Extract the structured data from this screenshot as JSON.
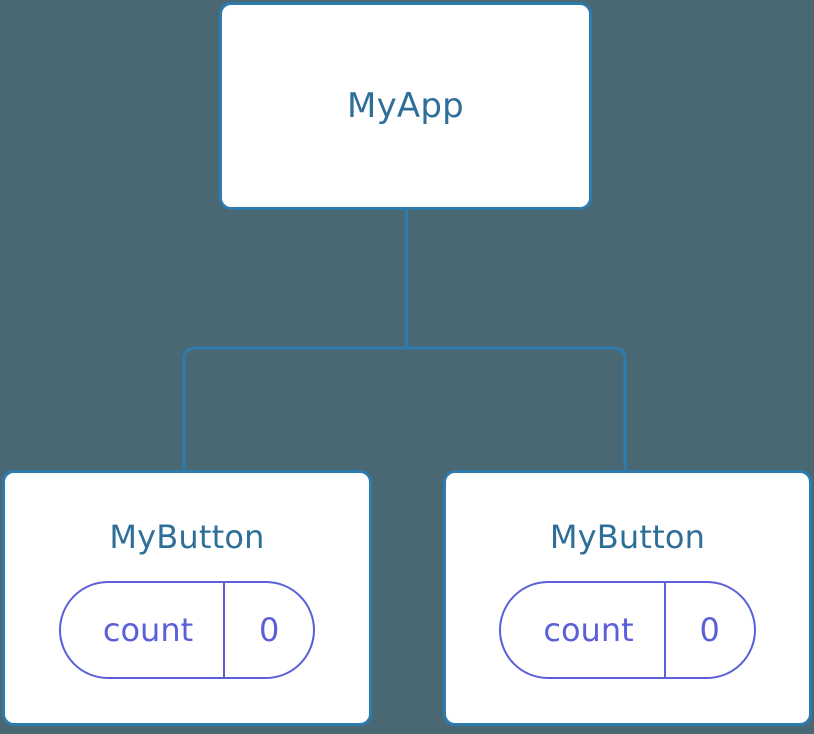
{
  "diagram": {
    "type": "component-tree",
    "background_color": "#4a6873",
    "node_border_color": "#2c7cb0",
    "node_title_color": "#2e6f99",
    "edge_color": "#2c7cb0",
    "state_pill_color": "#5b5fd8"
  },
  "root": {
    "title": "MyApp"
  },
  "children": [
    {
      "title": "MyButton",
      "state": {
        "key": "count",
        "value": "0"
      }
    },
    {
      "title": "MyButton",
      "state": {
        "key": "count",
        "value": "0"
      }
    }
  ]
}
